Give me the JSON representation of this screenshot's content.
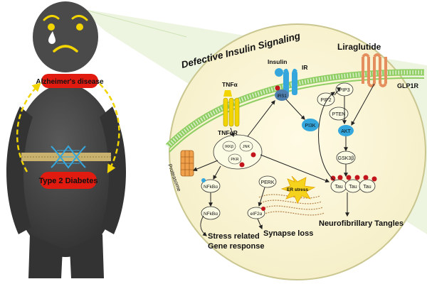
{
  "labels": {
    "title": "Defective Insulin Signaling",
    "alzheimers": "Alzheimer's disease",
    "diabetes": "Type 2 Diabetes",
    "liraglutide": "Liraglutide",
    "glp1r": "GLP1R",
    "insulin": "Insulin",
    "ir": "IR",
    "tnfa": "TNFα",
    "tnfar": "TNFαR",
    "irs1": "IRS1",
    "pip2": "PIP2",
    "pip3": "PIP3",
    "pten": "PTEN",
    "pi3k": "PI3K",
    "akt": "AKT",
    "gsk3b": "GSK3β",
    "ikkb": "IKKβ",
    "jnk": "JNK",
    "pkr": "PKR",
    "perk": "PERK",
    "er_stress": "ER stress",
    "eif2a": "eIF2α",
    "nfkba_upper": "NFkBα",
    "nfkba_lower": "NFkBα",
    "proteasome": "Proteasome",
    "tau1": "Tau",
    "tau2": "Tau",
    "tau3": "Tau",
    "stress_line1": "Stress related",
    "stress_line2": "Gene response",
    "synapse_loss": "Synapse loss",
    "tangles": "Neurofibrillary Tangles"
  },
  "colors": {
    "figure": "#3d3d3d",
    "circle_fill": "#f9f3d2",
    "circle_stroke": "#c9c68f",
    "membrane": "#8fce62",
    "title": "#e0231a",
    "yellow": "#f1d400",
    "node_fill": "#fbfbe4",
    "phospho": "#c3161c",
    "blue": "#36a7dd",
    "red_badge": "#e11b10",
    "belt": "#c9b26d"
  },
  "icons": [
    "sad-face-icon",
    "tear-drop-icon",
    "dna-helix-icon",
    "proteasome-barrel-icon",
    "er-starburst-icon"
  ]
}
